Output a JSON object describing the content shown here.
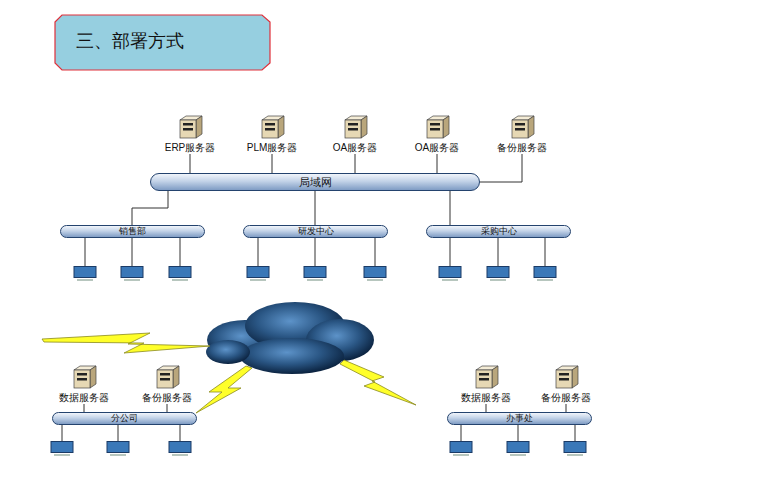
{
  "diagram": {
    "title": "三、部署方式",
    "nodes": [
      {
        "text": [
          "ERP服务器"
        ]
      },
      {
        "text": [
          "PLM服务器"
        ]
      },
      {
        "text": [
          "OA服务器"
        ]
      },
      {
        "text": [
          "OA服务器"
        ]
      },
      {
        "text": [
          "备份服务器"
        ]
      },
      {
        "text": [
          "局域网"
        ]
      },
      {
        "text": [
          "销售部"
        ]
      },
      {
        "text": [
          "研发中心"
        ]
      },
      {
        "text": [
          "采购中心"
        ]
      },
      {
        "text": [
          "数据服务器"
        ]
      },
      {
        "text": [
          "备份服务器"
        ]
      },
      {
        "text": [
          "分公司"
        ]
      },
      {
        "text": [
          "数据服务器"
        ]
      },
      {
        "text": [
          "备份服务器"
        ]
      },
      {
        "text": [
          "办事处"
        ]
      }
    ],
    "edges": [
      {
        "from": 0,
        "to": 5,
        "arrow": "none"
      },
      {
        "from": 1,
        "to": 5,
        "arrow": "none"
      },
      {
        "from": 2,
        "to": 5,
        "arrow": "none"
      },
      {
        "from": 3,
        "to": 5,
        "arrow": "none"
      },
      {
        "from": 4,
        "to": 5,
        "arrow": "none"
      },
      {
        "from": 5,
        "to": 6,
        "arrow": "none"
      },
      {
        "from": 5,
        "to": 7,
        "arrow": "none"
      },
      {
        "from": 5,
        "to": 8,
        "arrow": "none"
      },
      {
        "from": 9,
        "to": 11,
        "arrow": "none"
      },
      {
        "from": 10,
        "to": 11,
        "arrow": "none"
      },
      {
        "from": 12,
        "to": 14,
        "arrow": "none"
      },
      {
        "from": 13,
        "to": 14,
        "arrow": "none"
      }
    ]
  }
}
